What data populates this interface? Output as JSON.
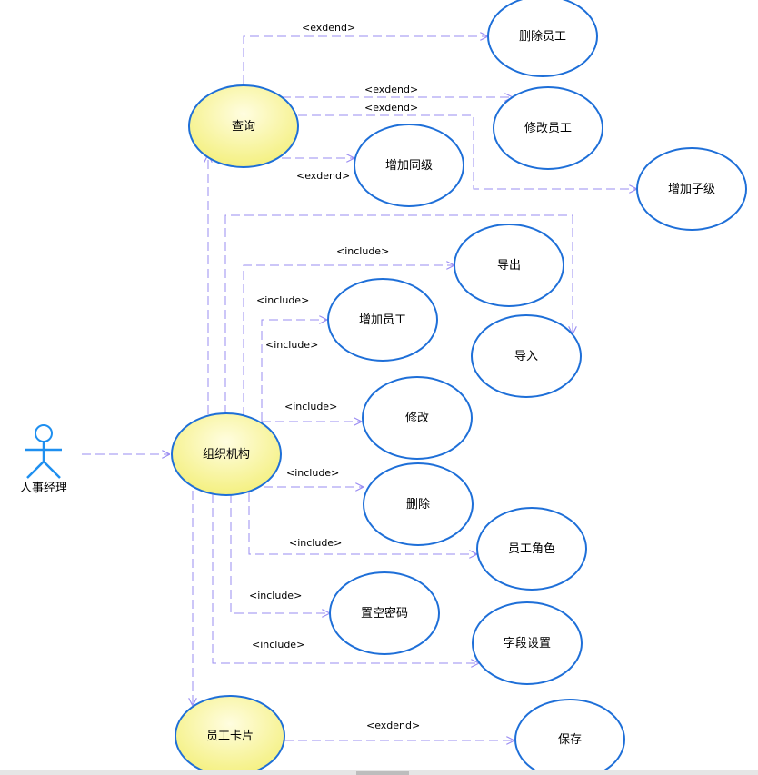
{
  "actor": {
    "label": "人事经理"
  },
  "use_cases": {
    "query": "查询",
    "delete_employee": "删除员工",
    "modify_employee": "修改员工",
    "add_sibling": "增加同级",
    "add_child": "增加子级",
    "export": "导出",
    "add_employee": "增加员工",
    "import": "导入",
    "modify": "修改",
    "org": "组织机构",
    "delete": "删除",
    "employee_role": "员工角色",
    "reset_password": "置空密码",
    "field_settings": "字段设置",
    "employee_card": "员工卡片",
    "save": "保存"
  },
  "relations": {
    "q_delete": "<exdend>",
    "q_modify_1": "<exdend>",
    "q_modify_2": "<exdend>",
    "q_sibling": "<exdend>",
    "org_export": "<include>",
    "org_add": "<include>",
    "org_import": "<include>",
    "org_modify": "<include>",
    "org_delete": "<include>",
    "org_role": "<include>",
    "org_reset": "<include>",
    "org_fields": "<include>",
    "card_save": "<exdend>"
  },
  "colors": {
    "ellipse_border": "#1e6fd8",
    "highlight_fill": "#f4f080",
    "edge": "#9a8cf2",
    "actor": "#1e8ff0"
  }
}
